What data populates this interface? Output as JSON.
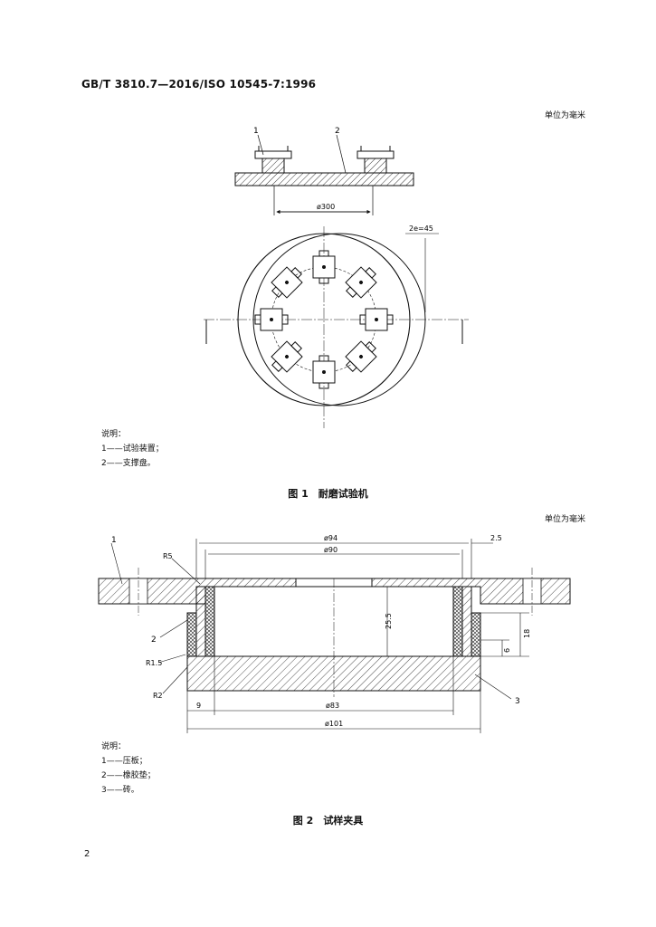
{
  "header": {
    "standard": "GB/T 3810.7—2016/ISO 10545-7:1996"
  },
  "page_number": "2",
  "figure1": {
    "unit_note": "单位为毫米",
    "callouts": [
      "1",
      "2"
    ],
    "dim_diameter": "ø300",
    "dim_chamfer": "2e=45",
    "legend_title": "说明：",
    "legend_items": [
      "1——试验装置；",
      "2——支撑盘。"
    ],
    "caption": "图 1　耐磨试验机"
  },
  "figure2": {
    "unit_note": "单位为毫米",
    "callouts": [
      "1",
      "2",
      "3"
    ],
    "dims": {
      "outer_diameter": "ø94",
      "inner_diameter": "ø90",
      "gap": "2.5",
      "radius_top": "R5",
      "radius_mid": "R1.5",
      "radius_bottom": "R2",
      "height_inner": "25.5",
      "height_right": "18",
      "height_small": "6",
      "offset_left": "9",
      "base_diameter": "ø83",
      "base_outer_diameter": "ø101"
    },
    "legend_title": "说明：",
    "legend_items": [
      "1——压板；",
      "2——橡胶垫；",
      "3——砖。"
    ],
    "caption": "图 2　试样夹具"
  }
}
